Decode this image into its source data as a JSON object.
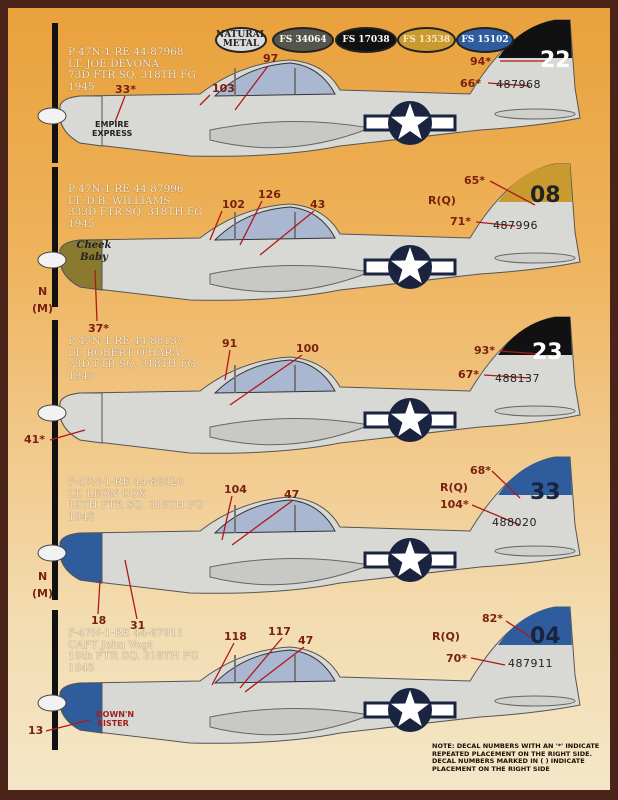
{
  "swatches": [
    {
      "label": "NATURAL METAL",
      "color": "#dcdcdc",
      "text": "#222"
    },
    {
      "label": "FS 34064",
      "color": "#55554c",
      "text": "#fff"
    },
    {
      "label": "FS 17038",
      "color": "#111111",
      "text": "#fff"
    },
    {
      "label": "FS 13538",
      "color": "#c99a30",
      "text": "#f6e8c0"
    },
    {
      "label": "FS 15102",
      "color": "#2f5c9c",
      "text": "#fff"
    }
  ],
  "aircraft": [
    {
      "lines": [
        "P-47N-1-RE 44-87968",
        "LT. JOE DEVONA",
        "73D FTR SQ. 318TH FG",
        "1945"
      ],
      "tail_code": "22",
      "serial": "487968",
      "tail_color": "#111111",
      "nose_color": "#d8d8d4",
      "nose_art": "EMPIRE EXPRESS",
      "callouts": [
        "33*",
        "103",
        "97",
        "94*",
        "66*"
      ]
    },
    {
      "lines": [
        "P-47N-1-RE 44-87996",
        "LT. D.B. WILLIAMS",
        "333D FTR SQ. 318TH FG",
        "1945"
      ],
      "tail_code": "08",
      "serial": "487996",
      "tail_color": "#c99a30",
      "nose_color": "#8a7a30",
      "nose_art": "Cheek Baby",
      "callouts": [
        "102",
        "126",
        "43",
        "R(Q)",
        "65*",
        "71*",
        "N",
        "(M)",
        "37*"
      ]
    },
    {
      "lines": [
        "P-47N-1-RE 44-88137",
        "LT. ROBERT O'HARA",
        "73D FTR SQ. 318TH FG",
        "1945"
      ],
      "tail_code": "23",
      "serial": "488137",
      "tail_color": "#111111",
      "nose_color": "#d8d8d4",
      "nose_art": "",
      "callouts": [
        "91",
        "100",
        "93*",
        "67*",
        "41*"
      ]
    },
    {
      "lines": [
        "P-47N-1-RE 44-88020",
        "LT. LEON COX",
        "19TH FTR SQ. 318TH FG",
        "1945"
      ],
      "tail_code": "33",
      "serial": "488020",
      "tail_color": "#2f5c9c",
      "nose_color": "#2f5c9c",
      "nose_art": "",
      "callouts": [
        "104",
        "47",
        "R(Q)",
        "68*",
        "104*",
        "N",
        "(M)",
        "18",
        "31"
      ]
    },
    {
      "lines": [
        "P-47N-1-RE 44-87911",
        "CAPT John Vogt",
        "19th FTR SQ. 318TH FG",
        "1945"
      ],
      "tail_code": "04",
      "serial": "487911",
      "tail_color": "#2f5c9c",
      "nose_color": "#2f5c9c",
      "nose_art": "DOWN'N SISTER",
      "callouts": [
        "118",
        "117",
        "47",
        "R(Q)",
        "82*",
        "70*",
        "13"
      ]
    }
  ],
  "note": "NOTE: DECAL NUMBERS WITH AN '*' INDICATE REPEATED PLACEMENT ON THE RIGHT SIDE. DECAL NUMBERS MARKED IN ( ) INDICATE PLACEMENT ON THE RIGHT SIDE",
  "colors": {
    "callout": "#7a2010",
    "border": "#4a2418"
  }
}
